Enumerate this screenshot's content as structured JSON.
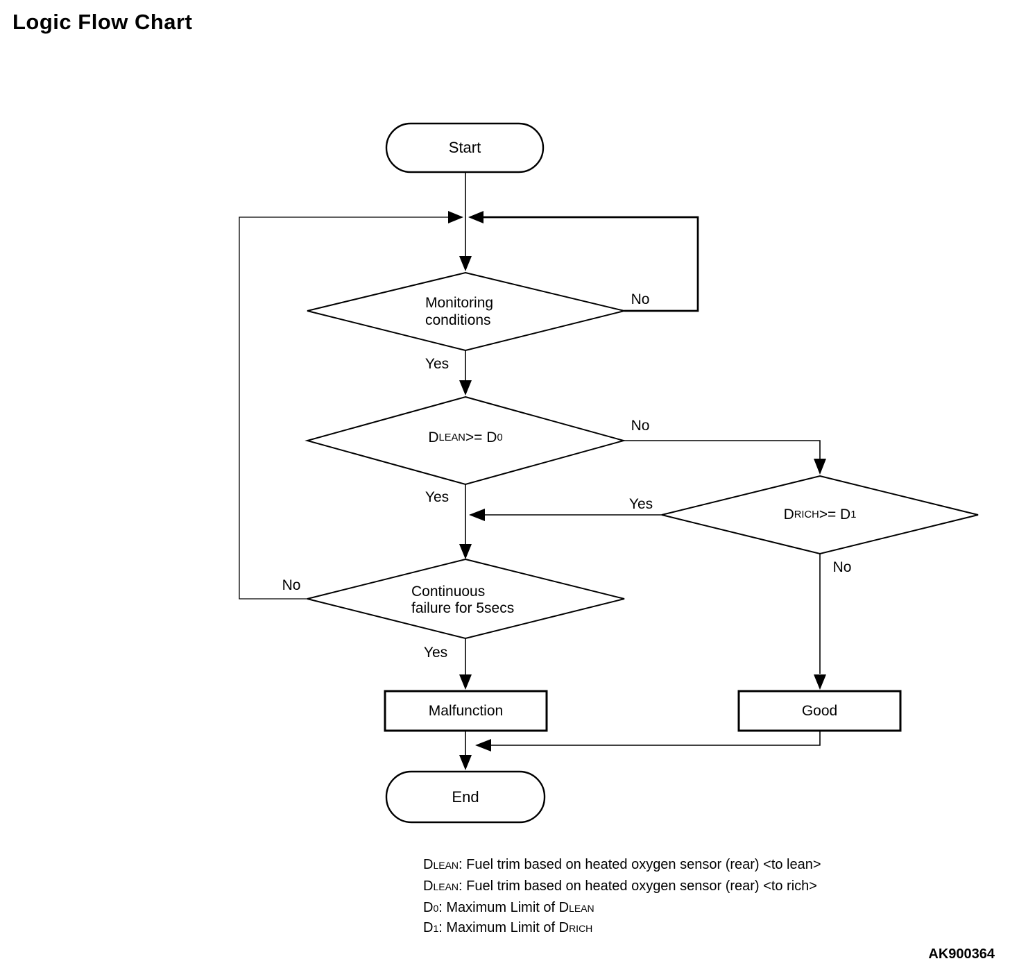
{
  "title": "Logic Flow Chart",
  "figure_code": "AK900364",
  "colors": {
    "ink": "#000000",
    "background": "#ffffff"
  },
  "nodes": {
    "start": {
      "label": "Start"
    },
    "monitoring": {
      "line1": "Monitoring",
      "line2": "conditions"
    },
    "dlean": {
      "p1": "D",
      "p2": "LEAN",
      "p3": " >= D",
      "p4": "0"
    },
    "drich": {
      "p1": "D",
      "p2": "RICH",
      "p3": " >= D",
      "p4": "1"
    },
    "continuous": {
      "line1": "Continuous",
      "line2": "failure for 5secs"
    },
    "malfunction": {
      "label": "Malfunction"
    },
    "good": {
      "label": "Good"
    },
    "end": {
      "label": "End"
    }
  },
  "branch_labels": {
    "monitoring_no": "No",
    "monitoring_yes": "Yes",
    "dlean_no": "No",
    "dlean_yes": "Yes",
    "drich_yes": "Yes",
    "drich_no": "No",
    "continuous_no": "No",
    "continuous_yes": "Yes"
  },
  "legend": {
    "line1": {
      "p1": "D",
      "p2": "LEAN",
      "p3": ": Fuel trim based on heated oxygen sensor (rear) <to lean>"
    },
    "line2": {
      "p1": "D",
      "p2": "LEAN",
      "p3": ": Fuel trim based on heated oxygen sensor (rear) <to rich>"
    },
    "line3": {
      "p1": "D",
      "p2": "0",
      "p3": ": Maximum Limit of D",
      "p4": "LEAN"
    },
    "line4": {
      "p1": "D",
      "p2": "1",
      "p3": ": Maximum Limit of D",
      "p4": "RICH"
    }
  }
}
